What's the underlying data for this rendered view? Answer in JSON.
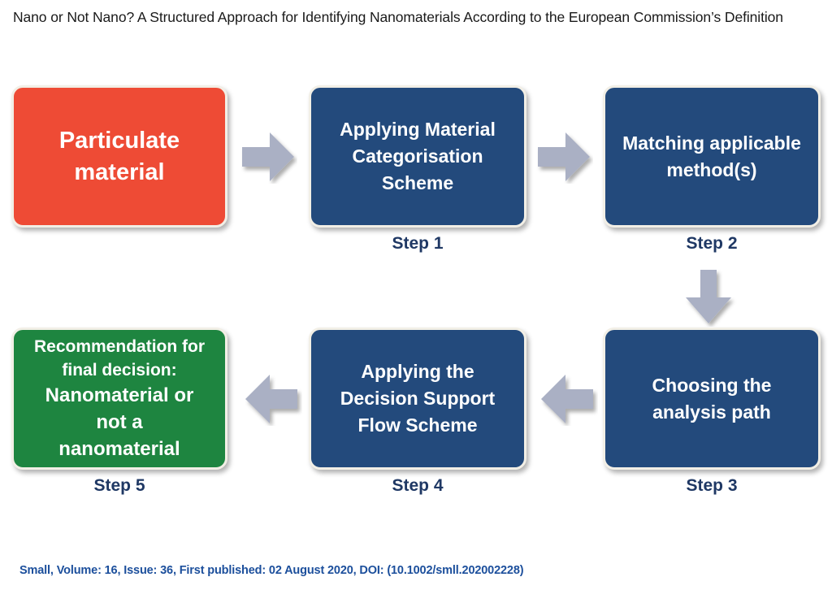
{
  "figure": {
    "title": "Nano or Not Nano? A Structured Approach for Identifying Nanomaterials According to the European Commission’s Definition",
    "citation": "Small, Volume: 16, Issue: 36, First published: 02 August 2020, DOI: (10.1002/smll.202002228)"
  },
  "colors": {
    "start_node": "#ee4b35",
    "process_node": "#234a7c",
    "result_node": "#1e8540",
    "arrow": "#aab0c4",
    "node_border": "#f2efe6",
    "caption_text": "#1f3864",
    "citation_text": "#1c4f9c",
    "node_text": "#ffffff"
  },
  "chart_data": {
    "type": "diagram",
    "diagram_kind": "flowchart",
    "title": "Nano or Not Nano? A Structured Approach for Identifying Nanomaterials According to the European Commission’s Definition",
    "nodes": [
      {
        "id": "particulate",
        "kind": "start",
        "color": "#ee4b35",
        "step_label": "",
        "lines": [
          "Particulate",
          "material"
        ]
      },
      {
        "id": "step1",
        "kind": "process",
        "color": "#234a7c",
        "step_label": "Step 1",
        "lines": [
          "Applying Material",
          "Categorisation",
          "Scheme"
        ]
      },
      {
        "id": "step2",
        "kind": "process",
        "color": "#234a7c",
        "step_label": "Step 2",
        "lines": [
          "Matching applicable",
          "method(s)"
        ]
      },
      {
        "id": "step3",
        "kind": "process",
        "color": "#234a7c",
        "step_label": "Step 3",
        "lines": [
          "Choosing the",
          "analysis path"
        ]
      },
      {
        "id": "step4",
        "kind": "process",
        "color": "#234a7c",
        "step_label": "Step 4",
        "lines": [
          "Applying the",
          "Decision Support",
          "Flow Scheme"
        ]
      },
      {
        "id": "step5",
        "kind": "result",
        "color": "#1e8540",
        "step_label": "Step 5",
        "heading_lines": [
          "Recommendation for",
          "final decision:"
        ],
        "lines": [
          "Nanomaterial or",
          "not a",
          "nanomaterial"
        ]
      }
    ],
    "edges": [
      {
        "from": "particulate",
        "to": "step1",
        "direction": "right"
      },
      {
        "from": "step1",
        "to": "step2",
        "direction": "right"
      },
      {
        "from": "step2",
        "to": "step3",
        "direction": "down"
      },
      {
        "from": "step3",
        "to": "step4",
        "direction": "left"
      },
      {
        "from": "step4",
        "to": "step5",
        "direction": "left"
      }
    ]
  },
  "nodes": {
    "particulate": {
      "line1": "Particulate",
      "line2": "material"
    },
    "step1": {
      "line1": "Applying Material",
      "line2": "Categorisation",
      "line3": "Scheme",
      "caption": "Step 1"
    },
    "step2": {
      "line1": "Matching applicable",
      "line2": "method(s)",
      "caption": "Step 2"
    },
    "step3": {
      "line1": "Choosing the",
      "line2": "analysis path",
      "caption": "Step 3"
    },
    "step4": {
      "line1": "Applying the",
      "line2": "Decision Support",
      "line3": "Flow Scheme",
      "caption": "Step 4"
    },
    "step5": {
      "head1": "Recommendation for",
      "head2": "final decision:",
      "line1": "Nanomaterial or",
      "line2": "not a",
      "line3": "nanomaterial",
      "caption": "Step 5"
    }
  }
}
